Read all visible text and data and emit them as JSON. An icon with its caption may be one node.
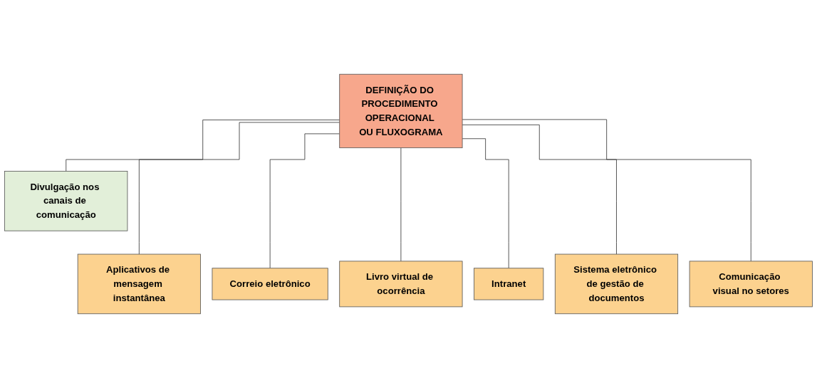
{
  "diagram": {
    "nodes": [
      {
        "text": [
          "DEFINIÇÃO DO PROCEDIMENTO OPERACIONAL OU FLUXOGRAMA"
        ]
      },
      {
        "text": [
          "Divulgação nos canais de comunicação"
        ]
      },
      {
        "text": [
          "Aplicativos de mensagem instantânea"
        ]
      },
      {
        "text": [
          "Correio eletrônico"
        ]
      },
      {
        "text": [
          "Livro virtual de ocorrência"
        ]
      },
      {
        "text": [
          "Intranet"
        ]
      },
      {
        "text": [
          "Sistema eletrônico de gestão de documentos"
        ]
      },
      {
        "text": [
          "Comunicação visual no setores"
        ]
      }
    ],
    "edges": [
      {
        "from": 0,
        "to": 1,
        "arrow": "none"
      },
      {
        "from": 0,
        "to": 2,
        "arrow": "none"
      },
      {
        "from": 0,
        "to": 3,
        "arrow": "none"
      },
      {
        "from": 0,
        "to": 4,
        "arrow": "none"
      },
      {
        "from": 0,
        "to": 5,
        "arrow": "none"
      },
      {
        "from": 0,
        "to": 6,
        "arrow": "none"
      },
      {
        "from": 0,
        "to": 7,
        "arrow": "none"
      }
    ]
  }
}
